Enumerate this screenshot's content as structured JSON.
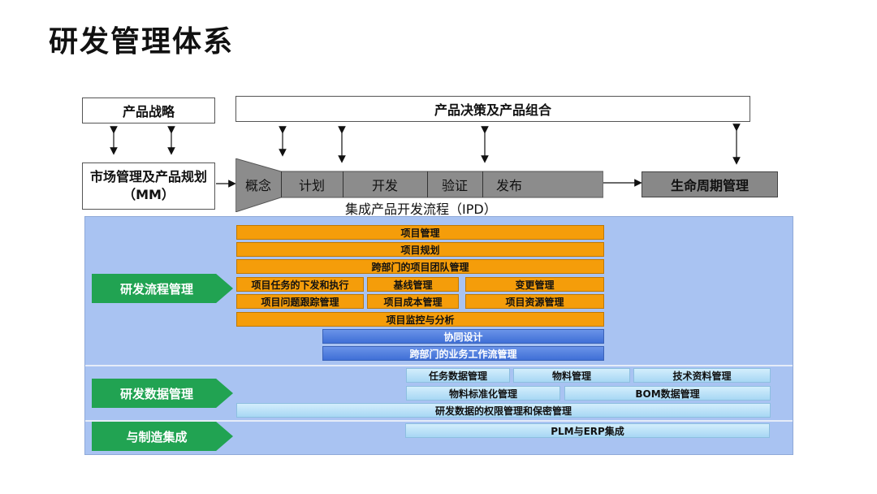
{
  "title": "研发管理体系",
  "top": {
    "product_strategy": "产品战略",
    "product_decision": "产品决策及产品组合",
    "market_mgmt": "市场管理及产品规划 （MM）",
    "lifecycle": "生命周期管理",
    "stages": [
      "概念",
      "计划",
      "开发",
      "验证",
      "发布"
    ],
    "ipd_label": "集成产品开发流程（IPD）"
  },
  "sections": {
    "process": "研发流程管理",
    "data": "研发数据管理",
    "mfg": "与制造集成"
  },
  "process_items": {
    "project_mgmt": "项目管理",
    "project_plan": "项目规划",
    "team_mgmt": "跨部门的项目团队管理",
    "task_exec": "项目任务的下发和执行",
    "baseline": "基线管理",
    "change": "变更管理",
    "issue_track": "项目问题跟踪管理",
    "cost": "项目成本管理",
    "resource": "项目资源管理",
    "monitor": "项目监控与分析",
    "collab": "协同设计",
    "workflow": "跨部门的业务工作流管理"
  },
  "data_items": {
    "task_data": "任务数据管理",
    "material": "物料管理",
    "tech_docs": "技术资料管理",
    "material_std": "物料标准化管理",
    "bom": "BOM数据管理",
    "permission": "研发数据的权限管理和保密管理"
  },
  "mfg_items": {
    "plm_erp": "PLM与ERP集成"
  },
  "colors": {
    "orange": "#f59d0a",
    "blue": "#3f6fd6",
    "green": "#21a352",
    "panel": "#a9c3f2"
  }
}
